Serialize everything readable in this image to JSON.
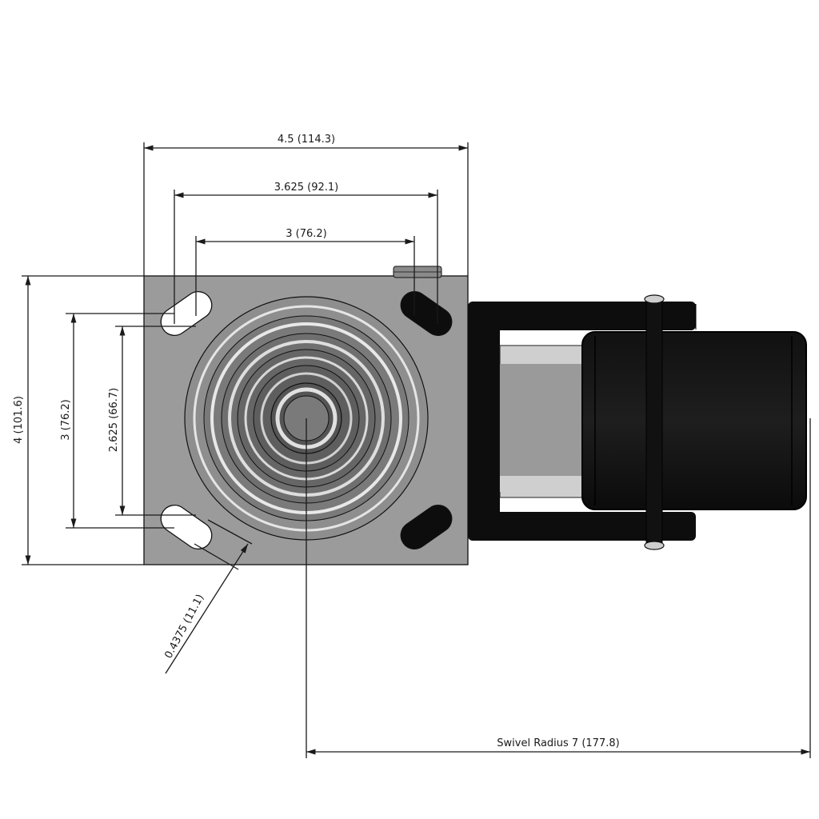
{
  "drawing": {
    "colors": {
      "plate": "#9b9b9b",
      "black": "#0d0d0d",
      "wheel_dark": "#1a1a1a",
      "raceway_light": "#d0d0d0",
      "background": "#ffffff"
    },
    "dimensions": {
      "plate_width": "4.5 (114.3)",
      "outer_bolt_spacing_x": "3.625 (92.1)",
      "inner_bolt_spacing_x": "3 (76.2)",
      "plate_height": "4 (101.6)",
      "outer_bolt_spacing_y": "3 (76.2)",
      "inner_bolt_spacing_y": "2.625 (66.7)",
      "bolt_hole_diameter": "0.4375 (11.1)",
      "swivel_radius": "Swivel Radius 7 (177.8)"
    }
  }
}
